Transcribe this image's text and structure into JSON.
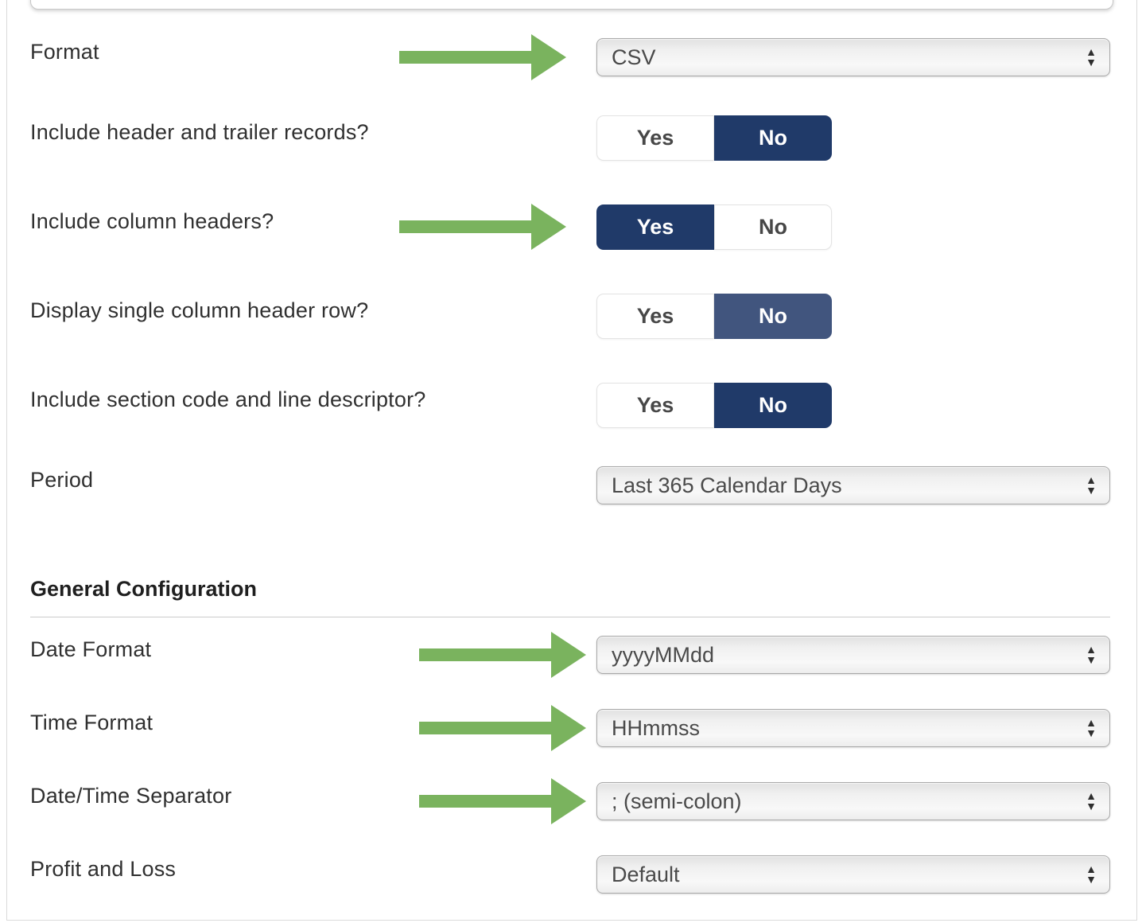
{
  "form": {
    "toggle_labels": {
      "yes": "Yes",
      "no": "No"
    },
    "rows": [
      {
        "id": "format",
        "label": "Format",
        "control": "select",
        "value": "CSV",
        "highlighted_by_arrow": true
      },
      {
        "id": "include-header-trailer",
        "label": "Include header and trailer records?",
        "control": "toggle",
        "selected": "No"
      },
      {
        "id": "include-column-headers",
        "label": "Include column headers?",
        "control": "toggle",
        "selected": "Yes",
        "highlighted_by_arrow": true
      },
      {
        "id": "display-single-column-header-row",
        "label": "Display single column header row?",
        "control": "toggle",
        "selected": "No"
      },
      {
        "id": "include-section-code",
        "label": "Include section code and line descriptor?",
        "control": "toggle",
        "selected": "No"
      },
      {
        "id": "period",
        "label": "Period",
        "control": "select",
        "value": "Last 365 Calendar Days"
      }
    ],
    "section": {
      "title": "General Configuration"
    },
    "general_rows": [
      {
        "id": "date-format",
        "label": "Date Format",
        "control": "select",
        "value": "yyyyMMdd",
        "highlighted_by_arrow": true
      },
      {
        "id": "time-format",
        "label": "Time Format",
        "control": "select",
        "value": "HHmmss",
        "highlighted_by_arrow": true
      },
      {
        "id": "datetime-separator",
        "label": "Date/Time Separator",
        "control": "select",
        "value": "; (semi-colon)",
        "highlighted_by_arrow": true
      },
      {
        "id": "profit-and-loss",
        "label": "Profit and Loss",
        "control": "select",
        "value": "Default"
      }
    ]
  },
  "icons": {
    "select_spinner_up": "▲",
    "select_spinner_down": "▼"
  },
  "colors": {
    "toggle_selected_navy": "#203a69",
    "toggle_selected_navy_muted": "#41557e",
    "annotation_arrow_green": "#7ab35e"
  }
}
